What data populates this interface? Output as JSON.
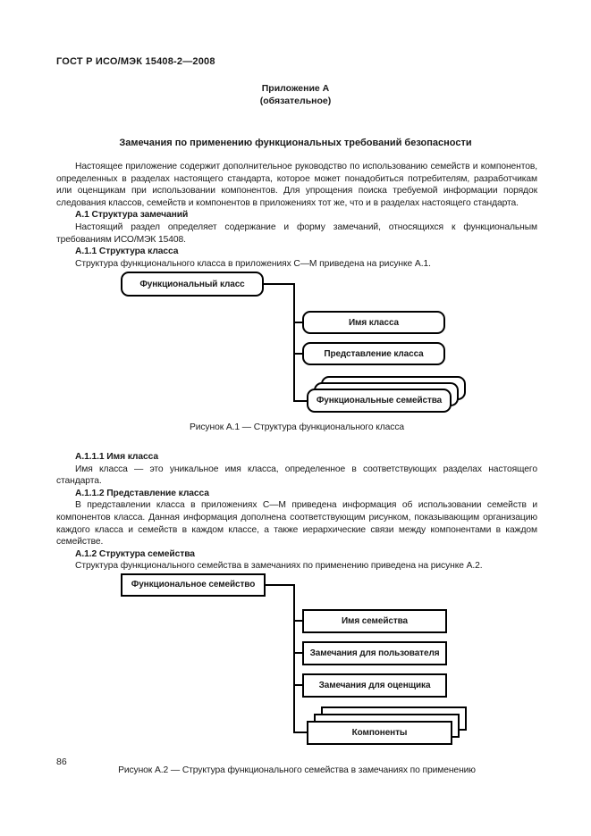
{
  "doc": {
    "header": "ГОСТ Р ИСО/МЭК 15408-2—2008",
    "annex_label": "Приложение А",
    "annex_status": "(обязательное)",
    "title": "Замечания по применению функциональных требований безопасности",
    "page_number": "86"
  },
  "paragraphs": {
    "intro": "Настоящее приложение содержит дополнительное руководство по использованию семейств и компонентов, определенных в разделах настоящего стандарта, которое может понадобиться потребителям, разработчикам или оценщикам при использовании компонентов. Для упрощения поиска требуемой информации порядок следования классов, семейств и компонентов в приложениях тот же, что и в разделах настоящего стандарта.",
    "a1_heading": "А.1 Структура замечаний",
    "a1_text": "Настоящий раздел определяет содержание и форму замечаний, относящихся к функциональным требованиям ИСО/МЭК 15408.",
    "a11_heading": "А.1.1 Структура класса",
    "a11_text": "Структура функционального класса в приложениях С—М приведена на рисунке А.1.",
    "a111_heading": "А.1.1.1 Имя класса",
    "a111_text": "Имя класса — это уникальное имя класса, определенное в соответствующих разделах настоящего стандарта.",
    "a112_heading": "А.1.1.2 Представление класса",
    "a112_text": "В представлении класса в приложениях С—М приведена информация об использовании семейств и компонентов класса. Данная информация дополнена соответствующим рисунком, показывающим организацию каждого класса и семейств в каждом классе, а также иерархические связи между компонентами в каждом семействе.",
    "a12_heading": "А.1.2 Структура семейства",
    "a12_text": "Структура функционального семейства в замечаниях по применению приведена на рисунке А.2."
  },
  "figure1": {
    "root": "Функциональный класс",
    "children": [
      "Имя класса",
      "Представление класса",
      "Функциональные семейства"
    ],
    "caption": "Рисунок А.1 — Структура функционального класса"
  },
  "figure2": {
    "root": "Функциональное семейство",
    "children": [
      "Имя семейства",
      "Замечания для пользователя",
      "Замечания для оценщика",
      "Компоненты"
    ],
    "caption": "Рисунок А.2 — Структура функционального семейства в замечаниях по применению"
  },
  "colors": {
    "background": "#ffffff",
    "text": "#1a1a1a",
    "line": "#000000"
  }
}
